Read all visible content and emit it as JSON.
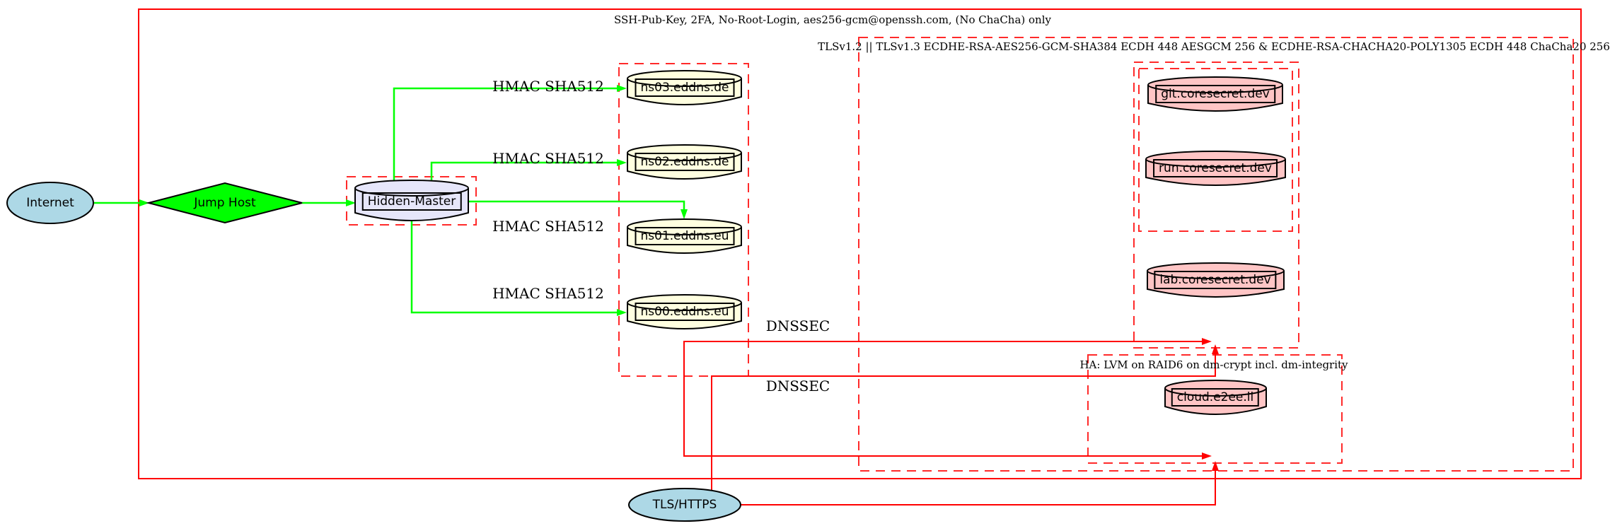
{
  "diagram": {
    "clusters": {
      "ssh_hardening": {
        "label": "SSH-Pub-Key, 2FA, No-Root-Login, aes256-gcm@openssh.com, (No ChaCha) only",
        "border_style": "solid",
        "border_color": "#ff0000"
      },
      "tls_policy": {
        "label": "TLSv1.2 || TLSv1.3 ECDHE-RSA-AES256-GCM-SHA384 ECDH 448 AESGCM 256 & ECDHE-RSA-CHACHA20-POLY1305 ECDH 448 ChaCha20 256",
        "border_style": "dashed",
        "border_color": "#ff0000"
      },
      "ha_storage": {
        "label": "HA: LVM on RAID6 on dm-crypt incl. dm-integrity",
        "border_style": "dashed",
        "border_color": "#ff0000"
      },
      "dns_servers": {
        "label": "",
        "border_style": "dashed",
        "border_color": "#ff0000"
      },
      "hidden_master_box": {
        "label": "",
        "border_style": "dashed",
        "border_color": "#ff0000"
      },
      "coresecret_outer": {
        "label": "",
        "border_style": "dashed",
        "border_color": "#ff0000"
      },
      "coresecret_inner": {
        "label": "",
        "border_style": "dashed",
        "border_color": "#ff0000"
      }
    },
    "nodes": {
      "internet": {
        "label": "Internet",
        "shape": "ellipse",
        "fill": "#add8e6"
      },
      "jump_host": {
        "label": "Jump Host",
        "shape": "diamond",
        "fill": "#00ff00"
      },
      "hidden_master": {
        "label": "Hidden-Master",
        "shape": "cylinder",
        "fill": "#e6e6fa"
      },
      "ns03": {
        "label": "ns03.eddns.de",
        "shape": "cylinder",
        "fill": "#ffffe0"
      },
      "ns02": {
        "label": "ns02.eddns.de",
        "shape": "cylinder",
        "fill": "#ffffe0"
      },
      "ns01": {
        "label": "ns01.eddns.eu",
        "shape": "cylinder",
        "fill": "#ffffe0"
      },
      "ns00": {
        "label": "ns00.eddns.eu",
        "shape": "cylinder",
        "fill": "#ffffe0"
      },
      "git": {
        "label": "git.coresecret.dev",
        "shape": "cylinder",
        "fill": "#ffc5c5"
      },
      "run": {
        "label": "run.coresecret.dev",
        "shape": "cylinder",
        "fill": "#ffc5c5"
      },
      "lab": {
        "label": "lab.coresecret.dev",
        "shape": "cylinder",
        "fill": "#ffc5c5"
      },
      "cloud": {
        "label": "cloud.e2ee.li",
        "shape": "cylinder",
        "fill": "#ffc5c5"
      },
      "tls_https": {
        "label": "TLS/HTTPS",
        "shape": "ellipse",
        "fill": "#add8e6"
      }
    },
    "edge_labels": {
      "hmac_ns03": "HMAC SHA512",
      "hmac_ns02": "HMAC SHA512",
      "hmac_ns01": "HMAC SHA512",
      "hmac_ns00": "HMAC SHA512",
      "dnssec_top": "DNSSEC",
      "dnssec_bottom": "DNSSEC"
    },
    "colors": {
      "secure_transfer_edge": "#00ff00",
      "encrypted_edge": "#ff0000",
      "node_border": "#000000"
    }
  }
}
